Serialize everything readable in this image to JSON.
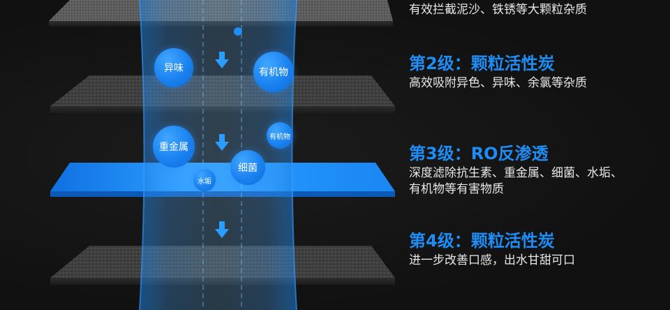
{
  "stages": [
    {
      "title": "",
      "desc": "有效拦截泥沙、铁锈等大颗粒杂质"
    },
    {
      "title": "第2级：颗粒活性炭",
      "desc": "高效吸附异色、异味、余氯等杂质"
    },
    {
      "title": "第3级：RO反渗透",
      "desc": "深度滤除抗生素、重金属、细菌、水垢、有机物等有害物质"
    },
    {
      "title": "第4级：颗粒活性炭",
      "desc": "进一步改善口感，出水甘甜可口"
    }
  ],
  "impurities": {
    "odor": "异味",
    "organic_large": "有机物",
    "heavy_metal": "重金属",
    "organic_small": "有机物",
    "bacteria": "细菌",
    "scale": "水垢"
  },
  "icons": {
    "flow_arrow": "down-arrow-icon"
  },
  "colors": {
    "accent_blue": "#1e8df5",
    "membrane_blue": "#1e90ff",
    "text_light": "#e8e8e8",
    "background": "#121212"
  }
}
